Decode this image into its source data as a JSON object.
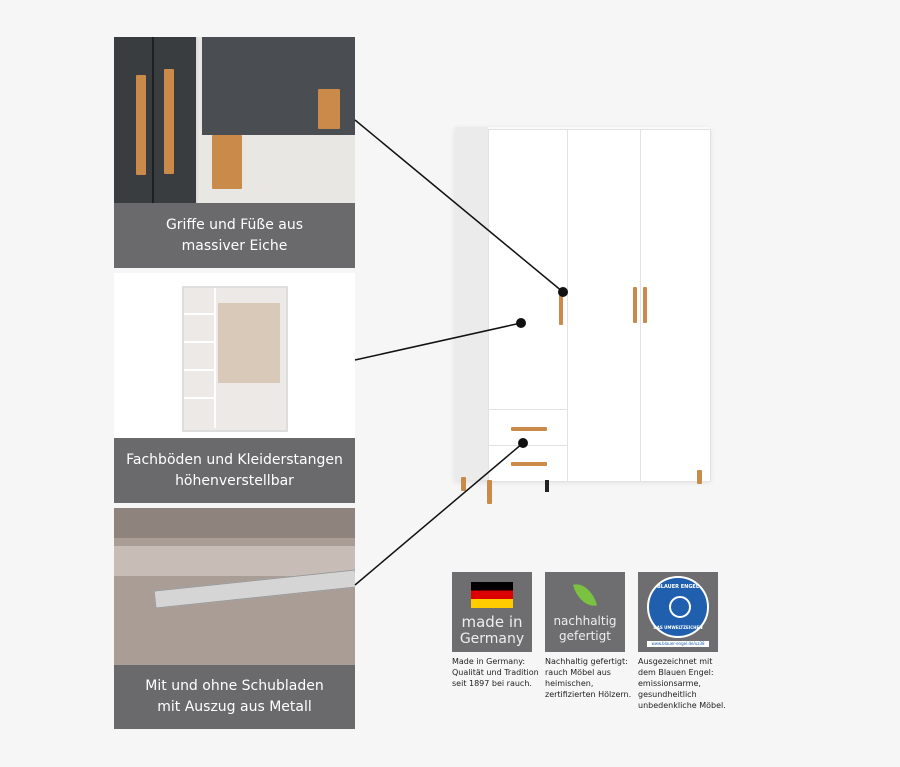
{
  "features": [
    {
      "line1": "Griffe und Füße aus",
      "line2": "massiver Eiche"
    },
    {
      "line1": "Fachböden und Kleiderstangen",
      "line2": "höhenverstellbar"
    },
    {
      "line1": "Mit und ohne Schubladen",
      "line2": "mit Auszug aus Metall"
    }
  ],
  "badges": [
    {
      "label1": "made in",
      "label2": "Germany",
      "icon": "german-flag-icon",
      "text": [
        "Made in Germany:",
        "Qualität und Tradition",
        "seit 1897 bei rauch."
      ]
    },
    {
      "label1": "nachhaltig",
      "label2": "gefertigt",
      "icon": "leaf-icon",
      "text": [
        "Nachhaltig gefertigt:",
        "rauch Möbel aus",
        "heimischen,",
        "zertifizierten Hölzern."
      ]
    },
    {
      "label1": "BLAUER ENGEL",
      "label2": "DAS UMWELTZEICHEN",
      "url": "www.blauer-engel.de/uz38",
      "icon": "blue-angel-icon",
      "text": [
        "Ausgezeichnet mit",
        "dem Blauen Engel:",
        "emissionsarme,",
        "gesundheitlich",
        "unbedenkliche Möbel."
      ]
    }
  ],
  "colors": {
    "caption_bg": "#6a6a6c",
    "oak": "#c98a4a",
    "blue_angel": "#1f5fae"
  }
}
